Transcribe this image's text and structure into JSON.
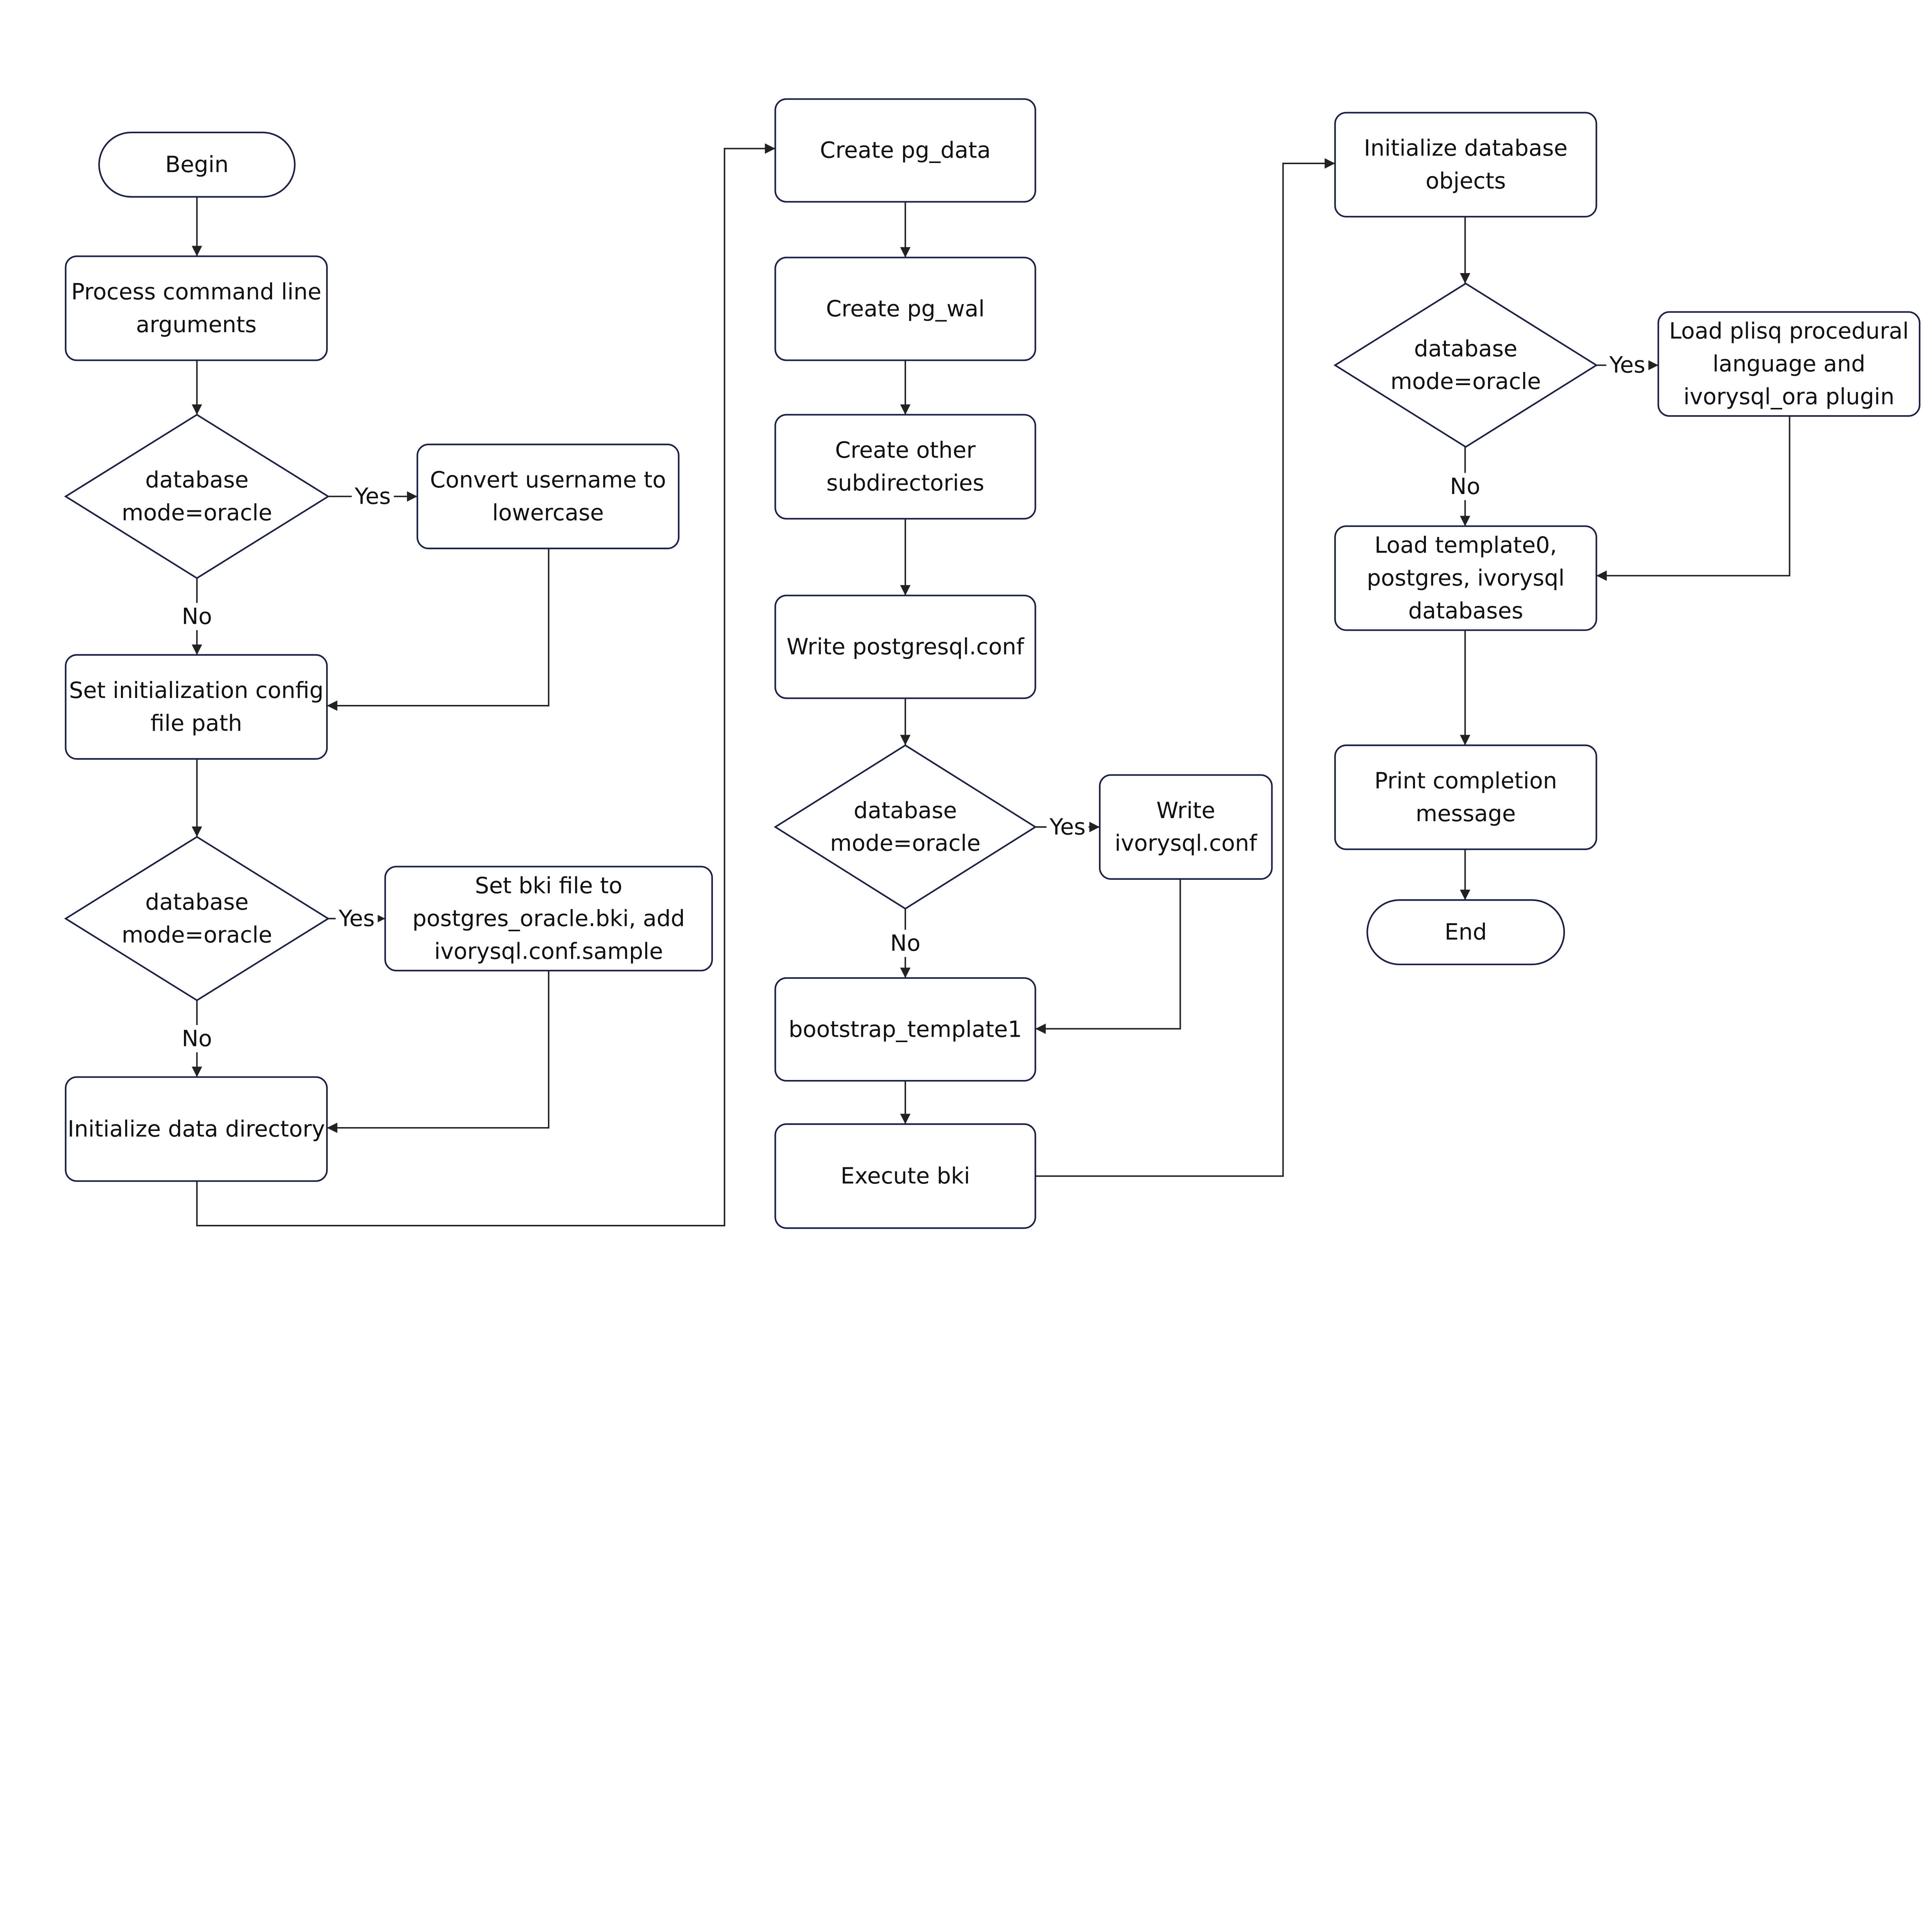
{
  "nodes": {
    "begin": {
      "type": "terminal",
      "lines": [
        "Begin"
      ]
    },
    "process_args": {
      "type": "process",
      "lines": [
        "Process command line",
        "arguments"
      ]
    },
    "decision1": {
      "type": "decision",
      "lines": [
        "database",
        "mode=oracle"
      ]
    },
    "convert_username": {
      "type": "process",
      "lines": [
        "Convert username to",
        "lowercase"
      ]
    },
    "set_config_path": {
      "type": "process",
      "lines": [
        "Set initialization config",
        "file path"
      ]
    },
    "decision2": {
      "type": "decision",
      "lines": [
        "database",
        "mode=oracle"
      ]
    },
    "set_bki": {
      "type": "process",
      "lines": [
        "Set bki file to",
        "postgres_oracle.bki, add",
        "ivorysql.conf.sample"
      ]
    },
    "init_data_dir": {
      "type": "process",
      "lines": [
        "Initialize data directory"
      ]
    },
    "create_pg_data": {
      "type": "process",
      "lines": [
        "Create pg_data"
      ]
    },
    "create_pg_wal": {
      "type": "process",
      "lines": [
        "Create pg_wal"
      ]
    },
    "create_subdirs": {
      "type": "process",
      "lines": [
        "Create other",
        "subdirectories"
      ]
    },
    "write_postgresql_conf": {
      "type": "process",
      "lines": [
        "Write postgresql.conf"
      ]
    },
    "decision3": {
      "type": "decision",
      "lines": [
        "database",
        "mode=oracle"
      ]
    },
    "write_ivorysql_conf": {
      "type": "process",
      "lines": [
        "Write",
        "ivorysql.conf"
      ]
    },
    "bootstrap_template1": {
      "type": "process",
      "lines": [
        "bootstrap_template1"
      ]
    },
    "execute_bki": {
      "type": "process",
      "lines": [
        "Execute bki"
      ]
    },
    "init_db_objects": {
      "type": "process",
      "lines": [
        "Initialize database",
        "objects"
      ]
    },
    "decision4": {
      "type": "decision",
      "lines": [
        "database",
        "mode=oracle"
      ]
    },
    "load_plisql": {
      "type": "process",
      "lines": [
        "Load plisq procedural",
        "language and",
        "ivorysql_ora plugin"
      ]
    },
    "load_templates": {
      "type": "process",
      "lines": [
        "Load template0,",
        "postgres, ivorysql",
        "databases"
      ]
    },
    "print_completion": {
      "type": "process",
      "lines": [
        "Print completion",
        "message"
      ]
    },
    "end": {
      "type": "terminal",
      "lines": [
        "End"
      ]
    }
  },
  "edges": [
    {
      "from": "begin",
      "to": "process_args",
      "label": ""
    },
    {
      "from": "process_args",
      "to": "decision1",
      "label": ""
    },
    {
      "from": "decision1",
      "to": "convert_username",
      "label": "Yes"
    },
    {
      "from": "decision1",
      "to": "set_config_path",
      "label": "No"
    },
    {
      "from": "convert_username",
      "to": "set_config_path",
      "label": ""
    },
    {
      "from": "set_config_path",
      "to": "decision2",
      "label": ""
    },
    {
      "from": "decision2",
      "to": "set_bki",
      "label": "Yes"
    },
    {
      "from": "decision2",
      "to": "init_data_dir",
      "label": "No"
    },
    {
      "from": "set_bki",
      "to": "init_data_dir",
      "label": ""
    },
    {
      "from": "init_data_dir",
      "to": "create_pg_data",
      "label": ""
    },
    {
      "from": "create_pg_data",
      "to": "create_pg_wal",
      "label": ""
    },
    {
      "from": "create_pg_wal",
      "to": "create_subdirs",
      "label": ""
    },
    {
      "from": "create_subdirs",
      "to": "write_postgresql_conf",
      "label": ""
    },
    {
      "from": "write_postgresql_conf",
      "to": "decision3",
      "label": ""
    },
    {
      "from": "decision3",
      "to": "write_ivorysql_conf",
      "label": "Yes"
    },
    {
      "from": "decision3",
      "to": "bootstrap_template1",
      "label": "No"
    },
    {
      "from": "write_ivorysql_conf",
      "to": "bootstrap_template1",
      "label": ""
    },
    {
      "from": "bootstrap_template1",
      "to": "execute_bki",
      "label": ""
    },
    {
      "from": "execute_bki",
      "to": "init_db_objects",
      "label": ""
    },
    {
      "from": "init_db_objects",
      "to": "decision4",
      "label": ""
    },
    {
      "from": "decision4",
      "to": "load_plisql",
      "label": "Yes"
    },
    {
      "from": "decision4",
      "to": "load_templates",
      "label": "No"
    },
    {
      "from": "load_plisql",
      "to": "load_templates",
      "label": ""
    },
    {
      "from": "load_templates",
      "to": "print_completion",
      "label": ""
    },
    {
      "from": "print_completion",
      "to": "end",
      "label": ""
    }
  ],
  "colors": {
    "node_border": "#1b2146",
    "edge": "#222222",
    "background": "#ffffff"
  }
}
